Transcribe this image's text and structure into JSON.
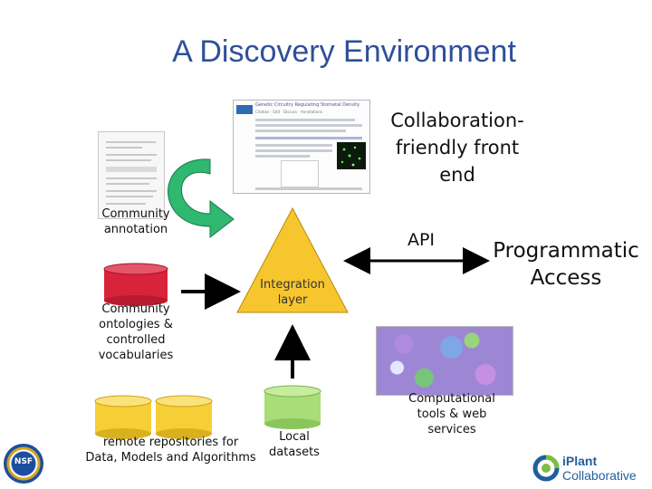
{
  "title": "A Discovery Environment",
  "labels": {
    "front_end": [
      "Collaboration-",
      "friendly front",
      "end"
    ],
    "community_annotation": [
      "Community",
      "annotation"
    ],
    "api": "API",
    "programmatic": [
      "Programmatic",
      "Access"
    ],
    "integration": [
      "Integration",
      "layer"
    ],
    "community_ontologies": [
      "Community",
      "ontologies &",
      "controlled",
      "vocabularies"
    ],
    "computational": [
      "Computational",
      "tools & web",
      "services"
    ],
    "remote": [
      "remote repositories for",
      "Data, Models and Algorithms"
    ],
    "local": [
      "Local",
      "datasets"
    ],
    "iplant_top": "iPlant",
    "iplant_bottom": "Collaborative",
    "nsf_text": "NSF",
    "screenshot_header": "Genetic Circuitry Regulating Stomatal Density",
    "screenshot_nav": "Citation · Edit · Discuss · Annotations"
  },
  "colors": {
    "title": "#2f4f9a",
    "triangle": "#f7c52d",
    "red_cyl": "#d9233a",
    "yellow_cyl": "#f6cf36",
    "green_cyl": "#a8dd78",
    "green_arrow": "#2fb86f",
    "iplant_blue": "#1f5f9e",
    "iplant_green": "#7fbd3f"
  },
  "icons": {
    "nsf_logo": "nsf-logo",
    "iplant_logo": "iplant-logo"
  }
}
